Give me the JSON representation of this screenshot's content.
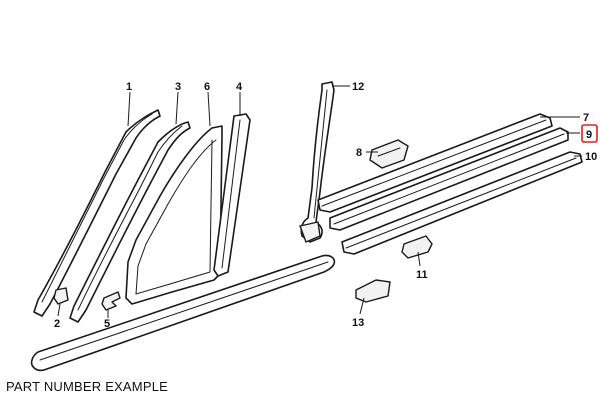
{
  "caption": "PART NUMBER EXAMPLE",
  "highlight_color": "#e0201b",
  "callouts": {
    "c1": "1",
    "c2": "2",
    "c3": "3",
    "c4": "4",
    "c5": "5",
    "c6": "6",
    "c7": "7",
    "c8": "8",
    "c9": "9",
    "c10": "10",
    "c11": "11",
    "c12": "12",
    "c13": "13"
  },
  "highlighted_callout": "9"
}
